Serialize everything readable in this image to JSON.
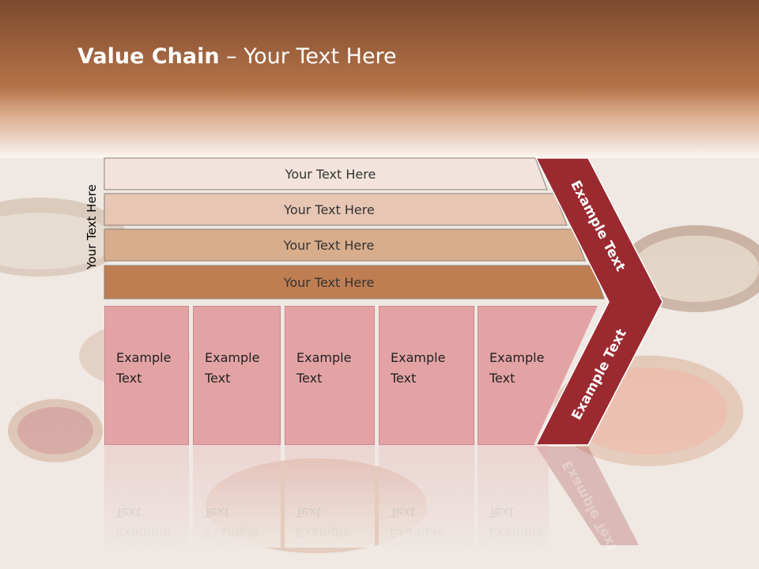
{
  "slide": {
    "title_bold": "Value Chain",
    "title_rest": " – Your Text Here",
    "side_label": "Your Text Here",
    "bars": [
      "Your Text Here",
      "Your Text Here",
      "Your Text Here",
      "Your Text Here"
    ],
    "cells": [
      {
        "line1": "Example",
        "line2": "Text"
      },
      {
        "line1": "Example",
        "line2": "Text"
      },
      {
        "line1": "Example",
        "line2": "Text"
      },
      {
        "line1": "Example",
        "line2": "Text"
      },
      {
        "line1": "Example",
        "line2": "Text"
      }
    ],
    "chevron_upper": "Example Text",
    "chevron_lower": "Example Text"
  },
  "colors": {
    "header": "#8a5533",
    "bar_1": "#f2e4dd",
    "bar_2": "#e7c6b4",
    "bar_3": "#d8ad8c",
    "bar_4": "#bf7e52",
    "cell": "#e3a3a4",
    "chevron": "#9b2a30"
  }
}
